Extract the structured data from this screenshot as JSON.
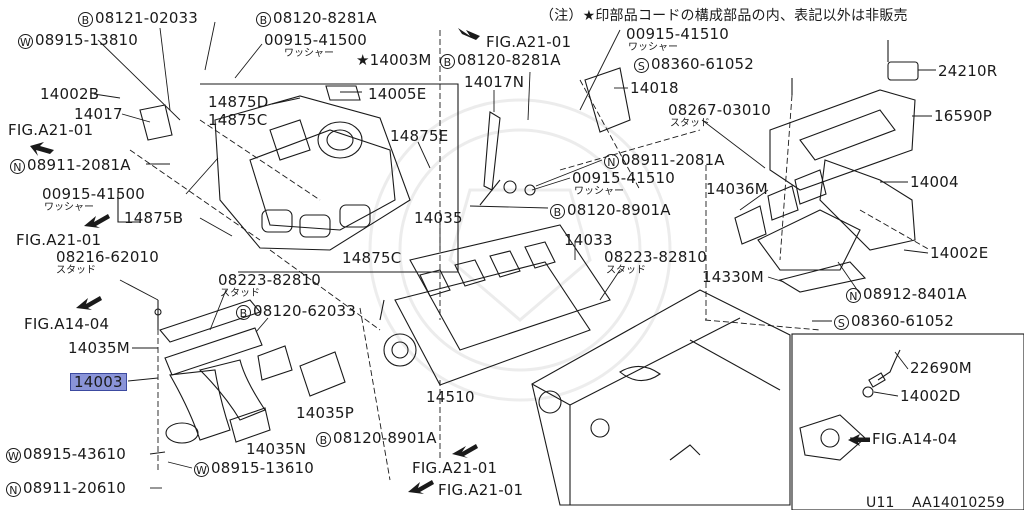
{
  "note": "（注）★印部品コードの構成部品の内、表記以外は非販売",
  "footer": {
    "model": "U11",
    "code": "AA14010259"
  },
  "figure_refs": {
    "a21_top": "FIG.A21-01",
    "a21_left_upper": "FIG.A21-01",
    "a21_left_lower": "FIG.A21-01",
    "a14_left": "FIG.A14-04",
    "a21_bottom_upper": "FIG.A21-01",
    "a21_bottom_lower": "FIG.A21-01",
    "a14_inset": "FIG.A14-04"
  },
  "circle_marks": {
    "B": "B",
    "W": "W",
    "N": "N",
    "S": "S"
  },
  "labels": {
    "b08121_02033": "08121-02033",
    "b08120_8281a_top": "08120-8281A",
    "w08915_13810": "08915-13810",
    "p00915_41500_top": "00915-41500",
    "washer_1": "ワッシャー",
    "star_14003m": "★14003M",
    "p14002b": "14002B",
    "p14017": "14017",
    "p14875d": "14875D",
    "p14005e": "14005E",
    "p14875c": "14875C",
    "p14875e": "14875E",
    "n08911_2081a_left": "08911-2081A",
    "p00915_41500_mid": "00915-41500",
    "washer_2": "ワッシャー",
    "p14875b": "14875B",
    "p08216_62010": "08216-62010",
    "stud_1": "スタッド",
    "p14875c_b": "14875C",
    "p14035m": "14035M",
    "p14003": "14003",
    "b08120_62033": "08120-62033",
    "p08223_82810_a": "08223-82810",
    "stud_2": "スタッド",
    "p14035p": "14035P",
    "p14035n": "14035N",
    "b08120_8901a_bot": "08120-8901A",
    "w08915_43610": "08915-43610",
    "w08915_13610": "08915-13610",
    "n08911_20610": "08911-20610",
    "p00915_41510_top": "00915-41510",
    "washer_3": "ワッシャー",
    "b08120_8281a_mid": "08120-8281A",
    "p14017n": "14017N",
    "p14018": "14018",
    "s08360_61052_top": "08360-61052",
    "p08267_03010": "08267-03010",
    "stud_3": "スタッド",
    "n08911_2081a_mid": "08911-2081A",
    "p00915_41510_mid": "00915-41510",
    "washer_4": "ワッシャー",
    "b08120_8901a_mid": "08120-8901A",
    "p14035": "14035",
    "p14033": "14033",
    "p08223_82810_b": "08223-82810",
    "stud_4": "スタッド",
    "p14510": "14510",
    "p24210r": "24210R",
    "p16590p": "16590P",
    "p14004": "14004",
    "p14036m": "14036M",
    "p14002e": "14002E",
    "p14330m": "14330M",
    "n08912_8401a": "08912-8401A",
    "s08360_61052_bot": "08360-61052",
    "p22690m": "22690M",
    "p14002d": "14002D"
  }
}
